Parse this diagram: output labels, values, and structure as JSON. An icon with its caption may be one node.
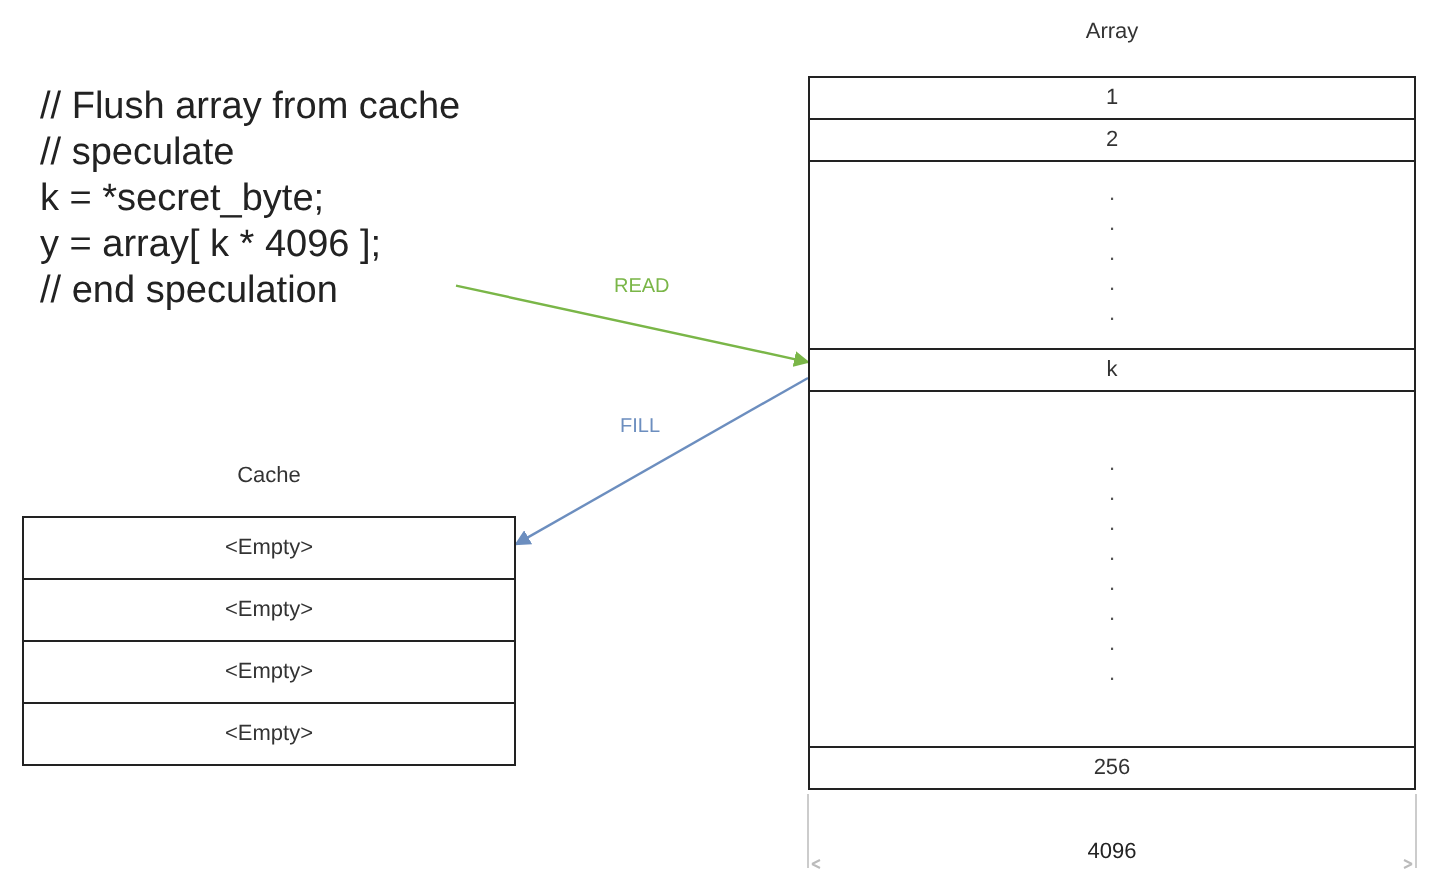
{
  "diagram": {
    "nodes": [
      {
        "text": [
          "// Flush array from cache",
          "// speculate",
          "k = *secret_byte;",
          "y = array[ k * 4096 ];",
          "// end speculation"
        ]
      },
      {
        "text": [
          "Array"
        ]
      },
      {
        "text": [
          "1"
        ],
        "in": 1
      },
      {
        "text": [
          "2"
        ],
        "in": 1
      },
      {
        "text": [
          ". . . . ."
        ],
        "in": 1
      },
      {
        "text": [
          "k"
        ],
        "in": 1
      },
      {
        "text": [
          ". . . . . . . ."
        ],
        "in": 1
      },
      {
        "text": [
          "256"
        ],
        "in": 1
      },
      {
        "text": [
          "Cache"
        ]
      },
      {
        "text": [
          "<Empty>"
        ],
        "in": 8
      },
      {
        "text": [
          "<Empty>"
        ],
        "in": 8
      },
      {
        "text": [
          "<Empty>"
        ],
        "in": 8
      },
      {
        "text": [
          "<Empty>"
        ],
        "in": 8
      }
    ],
    "edges": [
      {
        "from": 0,
        "to": 5,
        "arrow": "to",
        "label": "READ",
        "color": "#7ab648"
      },
      {
        "from": 5,
        "to": 9,
        "arrow": "to",
        "label": "FILL",
        "color": "#6c8ebf"
      }
    ],
    "labels": [
      "4096"
    ]
  }
}
